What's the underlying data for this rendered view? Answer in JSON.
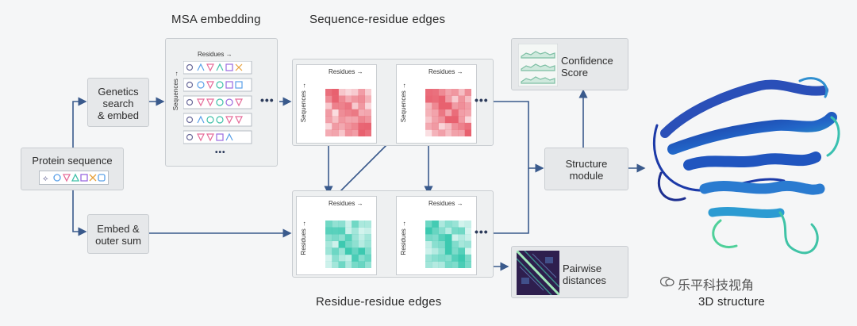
{
  "titles": {
    "msa": "MSA embedding",
    "seq_residue": "Sequence-residue edges",
    "residue_residue": "Residue-residue edges",
    "structure_3d": "3D structure"
  },
  "boxes": {
    "protein": "Protein sequence",
    "genetics": "Genetics\nsearch\n& embed",
    "embed": "Embed &\nouter sum",
    "structure_module": "Structure\nmodule",
    "confidence": "Confidence\nScore",
    "pairwise": "Pairwise\ndistances"
  },
  "axis": {
    "residues": "Residues →",
    "sequences": "Sequences →"
  },
  "ellipsis": "•••",
  "watermark": "乐平科技视角",
  "colors": {
    "red_heat": "#e8616f",
    "teal_heat": "#3cc9b0",
    "arrow": "#3a5a8c",
    "protein_blue": "#1d4fb4"
  }
}
